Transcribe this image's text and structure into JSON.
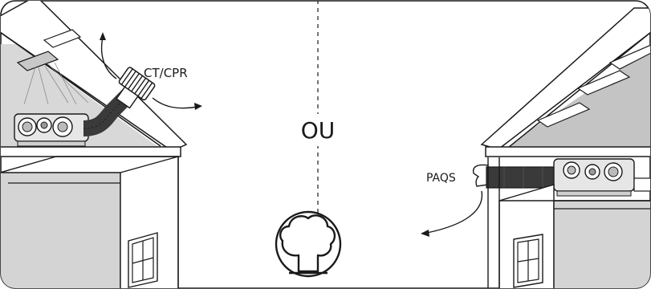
{
  "diagram": {
    "left_panel": {
      "callout": "CT/CPR"
    },
    "center": {
      "separator_text": "OU",
      "icon": "tree-in-circle-icon"
    },
    "right_panel": {
      "callout": "PAQS"
    },
    "colors": {
      "outline": "#1a1a1a",
      "wall_shade": "#d4d4d4",
      "roof_shade": "#bdbdbd",
      "duct": "#3a3a3a",
      "unit_body": "#e6e6e6",
      "background": "#ffffff"
    }
  }
}
